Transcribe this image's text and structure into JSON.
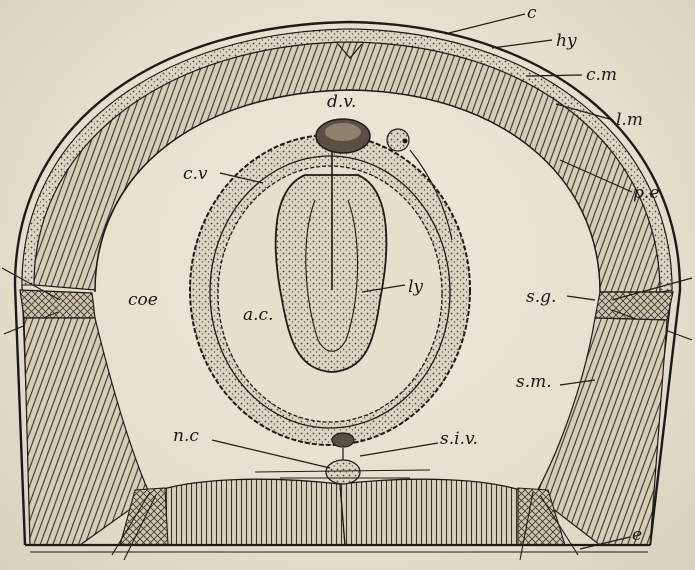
{
  "labels": {
    "c": "c",
    "hy": "hy",
    "cm": "c.m",
    "lm": "l.m",
    "pe": "p.e.",
    "dv": "d.v.",
    "cv": "c.v",
    "ly": "ly",
    "coe": "coe",
    "ac": "a.c.",
    "sg": "s.g.",
    "sm": "s.m.",
    "nc": "n.c",
    "siv": "s.i.v.",
    "e": "e"
  }
}
